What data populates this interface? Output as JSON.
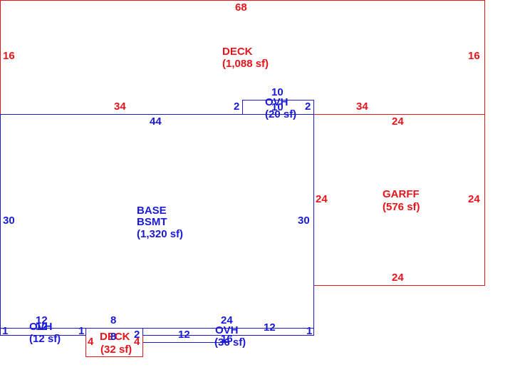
{
  "colors": {
    "red": "#e8141b",
    "blue": "#1a1ad6",
    "background": "#ffffff"
  },
  "areas": {
    "deck_top": {
      "name": "DECK",
      "area": "(1,088 sf)"
    },
    "ovh_top": {
      "name": "OVH",
      "area": "(20 sf)"
    },
    "base": {
      "name": "BASE",
      "name2": "BSMT",
      "area": "(1,320 sf)"
    },
    "garff": {
      "name": "GARFF",
      "area": "(576 sf)"
    },
    "ovh_left": {
      "name": "OVH",
      "area": "(12 sf)"
    },
    "deck_small": {
      "name": "DECK",
      "area": "(32 sf)",
      "overlap_digit": "8"
    },
    "ovh_right": {
      "name": "OVH",
      "area": "(36 sf)"
    }
  },
  "dims": {
    "deck_top_68": "68",
    "deck_left_16": "16",
    "deck_right_16": "16",
    "deck_bottom_34_left": "34",
    "deck_bottom_34_right": "34",
    "ovh_top_10": "10",
    "ovh_top_10_overlap": "10",
    "ovh_top_2_left": "2",
    "ovh_top_2_right": "2",
    "base_top_44": "44",
    "base_left_30": "30",
    "base_right_30": "30",
    "garff_top_24": "24",
    "garff_left_24": "24",
    "garff_right_24": "24",
    "garff_bottom_24": "24",
    "ovh_left_12": "12",
    "ovh_left_12_overlap": "12",
    "ovh_left_1_left": "1",
    "ovh_left_1_right": "1",
    "deck_small_8": "8",
    "deck_small_4_left": "4",
    "deck_small_4_right": "4",
    "small_2": "2",
    "ovh_right_24": "24",
    "ovh_right_12_bottom": "12",
    "ovh_right_12_right": "12",
    "ovh_right_1": "1",
    "ovh_right_16_overlap": "16"
  }
}
